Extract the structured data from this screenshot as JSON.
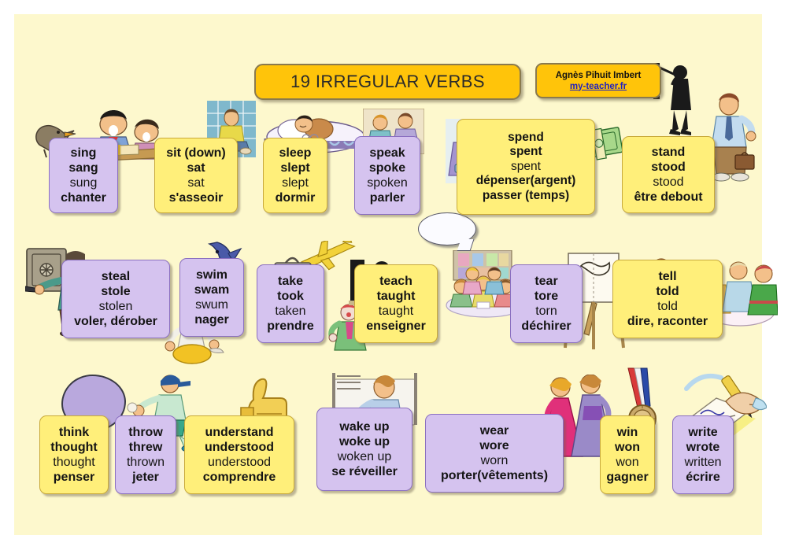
{
  "poster": {
    "background_color": "#fdf8cd",
    "title": "19 IRREGULAR VERBS",
    "credit_name": "Agnès Pihuit Imbert",
    "credit_link": "my-teacher.fr",
    "accent_color": "#ffc40a",
    "card_yellow": "#ffef7a",
    "card_purple": "#d5c3ef"
  },
  "verbs": [
    {
      "id": "sing",
      "color": "purple",
      "lines": [
        "sing",
        "sang",
        "sung",
        "chanter"
      ],
      "weights": [
        "b",
        "b",
        "n",
        "b"
      ],
      "art": "bird-and-singing-children"
    },
    {
      "id": "sit",
      "color": "yellow",
      "lines": [
        "sit (down)",
        "sat",
        "sat",
        "s'asseoir"
      ],
      "weights": [
        "b",
        "b",
        "n",
        "b"
      ],
      "art": "man-sitting-cross-legged"
    },
    {
      "id": "sleep",
      "color": "yellow",
      "lines": [
        "sleep",
        "slept",
        "slept",
        "dormir"
      ],
      "weights": [
        "b",
        "b",
        "n",
        "b"
      ],
      "art": "child-sleeping-in-bed"
    },
    {
      "id": "speak",
      "color": "purple",
      "lines": [
        "speak",
        "spoke",
        "spoken",
        "parler"
      ],
      "weights": [
        "b",
        "b",
        "n",
        "b"
      ],
      "art": "people-talking"
    },
    {
      "id": "spend",
      "color": "yellow",
      "lines": [
        "spend",
        "spent",
        "spent",
        "dépenser(argent)",
        "passer (temps)"
      ],
      "weights": [
        "b",
        "b",
        "n",
        "b",
        "b"
      ],
      "art": "shopping-cashier-and-money"
    },
    {
      "id": "stand",
      "color": "yellow",
      "lines": [
        "stand",
        "stood",
        "stood",
        "être debout"
      ],
      "weights": [
        "b",
        "b",
        "n",
        "b"
      ],
      "art": "man-standing-with-briefcase"
    },
    {
      "id": "steal",
      "color": "purple",
      "lines": [
        "steal",
        "stole",
        "stolen",
        "voler, dérober"
      ],
      "weights": [
        "b",
        "b",
        "n",
        "b"
      ],
      "art": "robber-at-safe"
    },
    {
      "id": "swim",
      "color": "purple",
      "lines": [
        "swim",
        "swam",
        "swum",
        "nager"
      ],
      "weights": [
        "b",
        "b",
        "n",
        "b"
      ],
      "art": "dolphin-and-swimmer"
    },
    {
      "id": "take",
      "color": "purple",
      "lines": [
        "take",
        "took",
        "taken",
        "prendre"
      ],
      "weights": [
        "b",
        "b",
        "n",
        "b"
      ],
      "art": "suitcase-and-plane"
    },
    {
      "id": "teach",
      "color": "yellow",
      "lines": [
        "teach",
        "taught",
        "taught",
        "enseigner"
      ],
      "weights": [
        "b",
        "b",
        "n",
        "b"
      ],
      "art": "teacher-at-blackboard"
    },
    {
      "id": "tear",
      "color": "purple",
      "lines": [
        "tear",
        "tore",
        "torn",
        "déchirer"
      ],
      "weights": [
        "b",
        "b",
        "n",
        "b"
      ],
      "art": "torn-paper-on-easel"
    },
    {
      "id": "tell",
      "color": "yellow",
      "lines": [
        "tell",
        "told",
        "told",
        "dire, raconter"
      ],
      "weights": [
        "b",
        "b",
        "n",
        "b"
      ],
      "art": "grandmother-telling-story"
    },
    {
      "id": "think",
      "color": "yellow",
      "lines": [
        "think",
        "thought",
        "thought",
        "penser"
      ],
      "weights": [
        "b",
        "b",
        "n",
        "b"
      ],
      "art": "thought-bubble"
    },
    {
      "id": "throw",
      "color": "purple",
      "lines": [
        "throw",
        "threw",
        "thrown",
        "jeter"
      ],
      "weights": [
        "b",
        "b",
        "n",
        "b"
      ],
      "art": "baseball-pitcher"
    },
    {
      "id": "understand",
      "color": "yellow",
      "lines": [
        "understand",
        "understood",
        "understood",
        "comprendre"
      ],
      "weights": [
        "b",
        "b",
        "n",
        "b"
      ],
      "art": "thumbs-up"
    },
    {
      "id": "wake-up",
      "color": "purple",
      "lines": [
        "wake up",
        "woke up",
        "woken up",
        "se réveiller"
      ],
      "weights": [
        "b",
        "b",
        "n",
        "b"
      ],
      "art": "person-waking-with-alarm-clock"
    },
    {
      "id": "wear",
      "color": "purple",
      "lines": [
        "wear",
        "wore",
        "worn",
        "porter(vêtements)"
      ],
      "weights": [
        "b",
        "b",
        "n",
        "b"
      ],
      "art": "two-women-in-dresses"
    },
    {
      "id": "win",
      "color": "yellow",
      "lines": [
        "win",
        "won",
        "won",
        "gagner"
      ],
      "weights": [
        "b",
        "b",
        "n",
        "b"
      ],
      "art": "medal"
    },
    {
      "id": "write",
      "color": "purple",
      "lines": [
        "write",
        "wrote",
        "written",
        "écrire"
      ],
      "weights": [
        "b",
        "b",
        "n",
        "b"
      ],
      "art": "hand-writing-with-pen"
    }
  ]
}
